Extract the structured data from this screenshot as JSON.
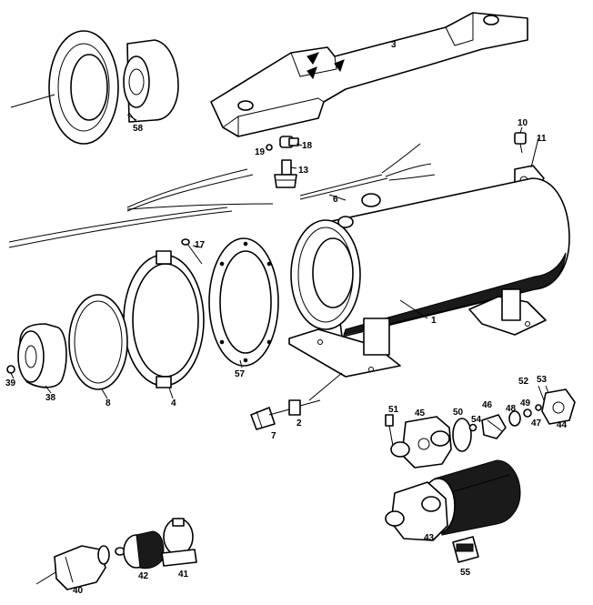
{
  "diagram": {
    "callouts": [
      {
        "id": "p1",
        "label": "1"
      },
      {
        "id": "p2",
        "label": "2"
      },
      {
        "id": "p3",
        "label": "3"
      },
      {
        "id": "p4",
        "label": "4"
      },
      {
        "id": "p6",
        "label": "6"
      },
      {
        "id": "p7",
        "label": "7"
      },
      {
        "id": "p8",
        "label": "8"
      },
      {
        "id": "p10",
        "label": "10"
      },
      {
        "id": "p11",
        "label": "11"
      },
      {
        "id": "p13",
        "label": "13"
      },
      {
        "id": "p17",
        "label": "17"
      },
      {
        "id": "p18",
        "label": "18"
      },
      {
        "id": "p19",
        "label": "19"
      },
      {
        "id": "p38",
        "label": "38"
      },
      {
        "id": "p39",
        "label": "39"
      },
      {
        "id": "p40",
        "label": "40"
      },
      {
        "id": "p41",
        "label": "41"
      },
      {
        "id": "p42",
        "label": "42"
      },
      {
        "id": "p43",
        "label": "43"
      },
      {
        "id": "p44",
        "label": "44"
      },
      {
        "id": "p45",
        "label": "45"
      },
      {
        "id": "p46",
        "label": "46"
      },
      {
        "id": "p47",
        "label": "47"
      },
      {
        "id": "p48",
        "label": "48"
      },
      {
        "id": "p49",
        "label": "49"
      },
      {
        "id": "p50",
        "label": "50"
      },
      {
        "id": "p51",
        "label": "51"
      },
      {
        "id": "p52",
        "label": "52"
      },
      {
        "id": "p53",
        "label": "53"
      },
      {
        "id": "p54",
        "label": "54"
      },
      {
        "id": "p55",
        "label": "55"
      },
      {
        "id": "p57",
        "label": "57"
      },
      {
        "id": "p58",
        "label": "58"
      }
    ]
  }
}
